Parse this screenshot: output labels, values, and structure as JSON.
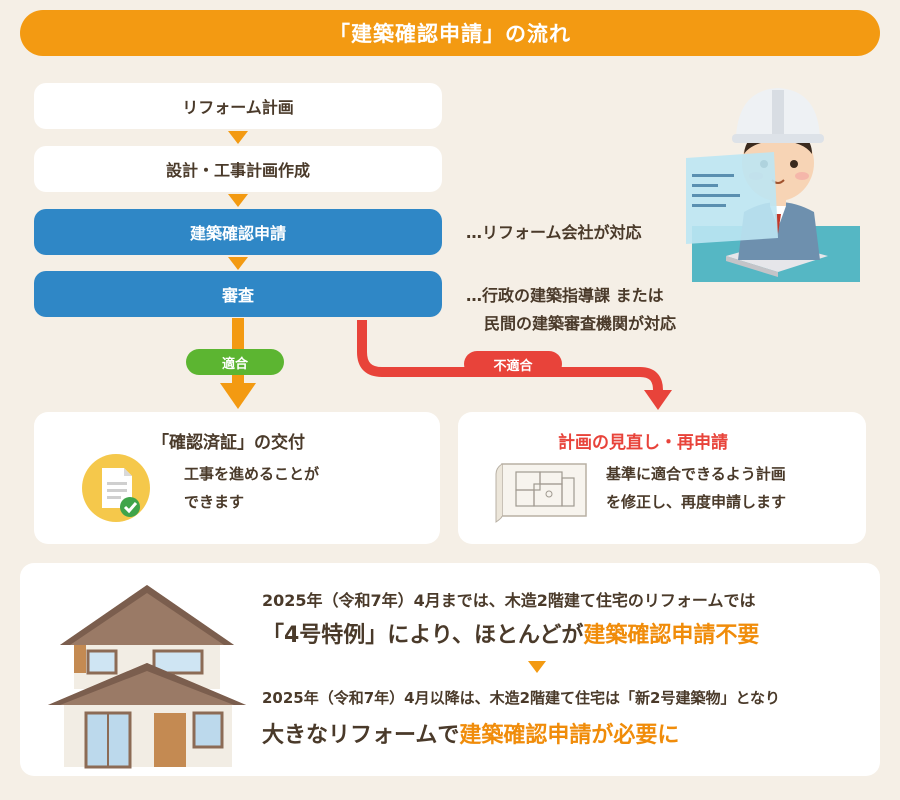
{
  "title": "「建築確認申請」の流れ",
  "steps": [
    {
      "label": "リフォーム計画"
    },
    {
      "label": "設計・工事計画作成"
    },
    {
      "label": "建築確認申請"
    },
    {
      "label": "審査"
    }
  ],
  "notes": {
    "application": "…リフォーム会社が対応",
    "review_line1": "…行政の建築指導課 または",
    "review_line2": "民間の建築審査機関が対応"
  },
  "branches": {
    "pass_label": "適合",
    "fail_label": "不適合"
  },
  "result_pass": {
    "title": "「確認済証」の交付",
    "line1": "工事を進めることが",
    "line2": "できます"
  },
  "result_fail": {
    "title": "計画の見直し・再申請",
    "line1": "基準に適合できるよう計画",
    "line2": "を修正し、再度申請します"
  },
  "bottom": {
    "line1": "2025年（令和7年）4月までは、木造2階建て住宅のリフォームでは",
    "line2_pre": "「4号特例」により、ほとんどが",
    "line2_em": "建築確認申請不要",
    "line3": "2025年（令和7年）4月以降は、木造2階建て住宅は「新2号建築物」となり",
    "line4_pre": "大きなリフォームで",
    "line4_em": "建築確認申請が必要に"
  },
  "colors": {
    "orange": "#f39a12",
    "blue": "#2f87c6",
    "green": "#5cb531",
    "red": "#e8433a"
  }
}
